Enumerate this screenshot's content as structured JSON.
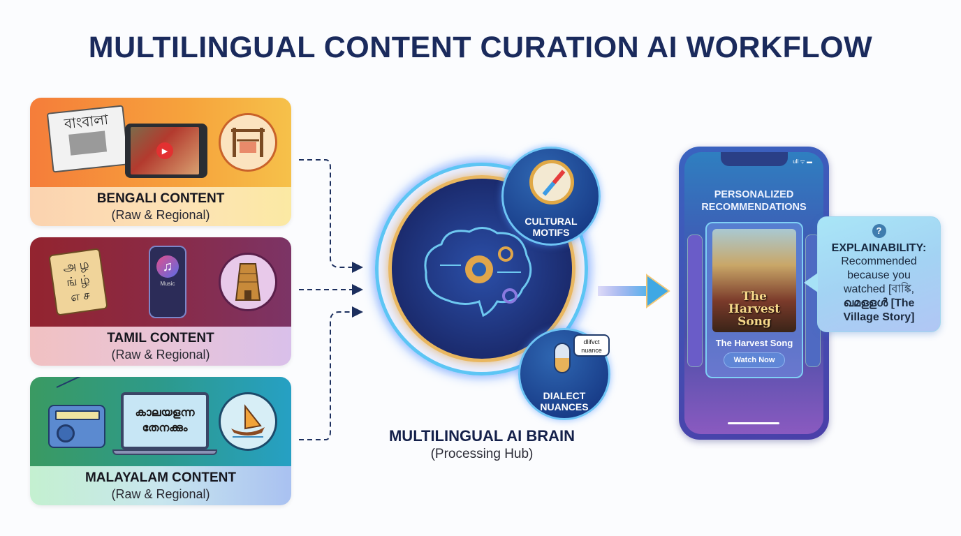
{
  "title": "MULTILINGUAL CONTENT CURATION AI WORKFLOW",
  "sources": [
    {
      "label": "BENGALI CONTENT",
      "sub": "(Raw & Regional)",
      "newspaper_masthead": "বাংবালা",
      "icons": [
        "newspaper-icon",
        "video-tablet-icon",
        "loom-icon"
      ]
    },
    {
      "label": "TAMIL CONTENT",
      "sub": "(Raw & Regional)",
      "scroll_text": [
        "அ ழ",
        "ங் ழ்",
        "எ ச"
      ],
      "music_app_label": "Music",
      "icons": [
        "scroll-icon",
        "music-phone-icon",
        "temple-icon"
      ]
    },
    {
      "label": "MALAYALAM CONTENT",
      "sub": "(Raw & Regional)",
      "laptop_text": [
        "കാലയളന്ന",
        "തേനക്കും"
      ],
      "icons": [
        "radio-icon",
        "laptop-icon",
        "boat-icon"
      ]
    }
  ],
  "hub": {
    "label": "MULTILINGUAL AI BRAIN",
    "sub": "(Processing Hub)",
    "cultural": {
      "line1": "CULTURAL",
      "line2": "MOTIFS"
    },
    "dialect": {
      "line1": "DIALECT",
      "line2": "NUANCES",
      "speech_line1": "dlifvct",
      "speech_line2": "nuance"
    }
  },
  "phone": {
    "title_line1": "PERSONALIZED",
    "title_line2": "RECOMMENDATIONS",
    "poster_title": [
      "The",
      "Harvest",
      "Song"
    ],
    "item_name": "The Harvest Song",
    "watch_button": "Watch Now",
    "status_icons": "ull ᯤ ▬"
  },
  "explainability": {
    "icon": "?",
    "heading": "EXPLAINABILITY:",
    "line1": "Recommended",
    "line2": "because you",
    "line3": "watched [বাঙ্কি,",
    "line4": "ഖമളളൾ [The",
    "line5": "Village Story]"
  },
  "colors": {
    "title": "#1a2a5c",
    "bengali": "#f57d3a",
    "tamil": "#93242f",
    "malayalam": "#2d9a8b",
    "hub_ring": "#5cc5f5",
    "hub_gold": "#e9b760"
  }
}
